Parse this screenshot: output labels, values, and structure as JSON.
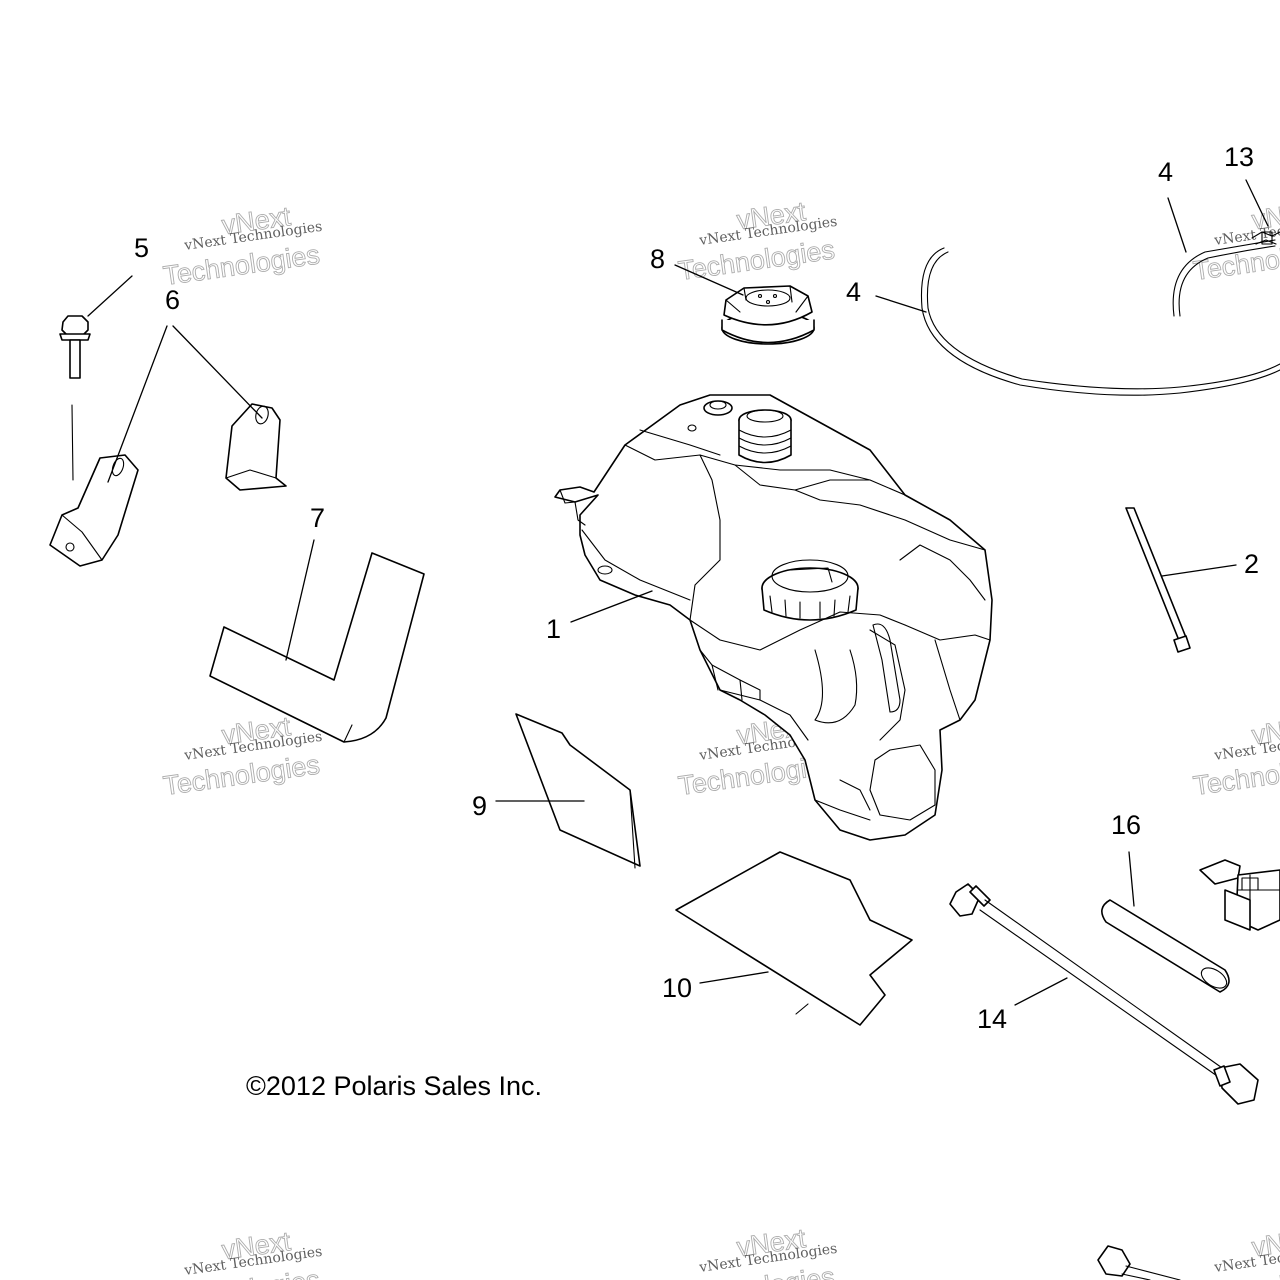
{
  "diagram": {
    "callouts": [
      "5",
      "6",
      "7",
      "8",
      "4",
      "4",
      "13",
      "2",
      "1",
      "9",
      "10",
      "14",
      "16"
    ],
    "copyright": "©2012 Polaris Sales Inc."
  },
  "watermark": {
    "line1": "vNext Technologies",
    "line2": "vNext",
    "line3": "Technologies"
  }
}
